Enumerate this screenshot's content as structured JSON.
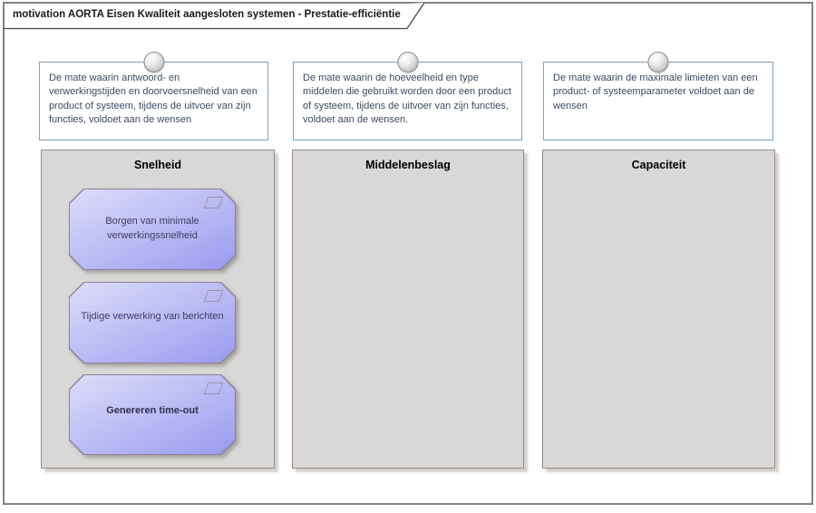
{
  "frame": {
    "title": "motivation AORTA Eisen Kwaliteit aangesloten systemen - Prestatie-efficiëntie"
  },
  "columns": [
    {
      "note": "De mate waarin antwoord- en verwerkingstijden en doorvoersnelheid van een product of systeem, tijdens de uitvoer van zijn functies, voldoet aan de wensen",
      "title": "Snelheid",
      "requirements": [
        {
          "label": "Borgen van minimale verwerkingssnelheid"
        },
        {
          "label": "Tijdige verwerking van berichten"
        },
        {
          "label": "Genereren time-out"
        }
      ]
    },
    {
      "note": "De mate waarin de hoeveelheid en type middelen die gebruikt worden door een product of systeem, tijdens de uitvoer van zijn functies, voldoet aan de wensen.",
      "title": "Middelenbeslag",
      "requirements": []
    },
    {
      "note": "De mate waarin de maximale limieten van een product- of systeemparameter voldoet aan de wensen",
      "title": "Capaciteit",
      "requirements": []
    }
  ],
  "icons": {
    "note_decoration": "sphere",
    "requirement_marker": "parallelogram"
  },
  "colors": {
    "frame_border": "#848484",
    "note_border": "#7f9fba",
    "note_text": "#3b4b63",
    "group_fill": "#d9d8d6",
    "group_border": "#9c8b85",
    "requirement_gradient_top": "#dcdcfa",
    "requirement_gradient_bottom": "#9a9af0",
    "requirement_border": "#8d8199",
    "requirement_text": "#3e3e60"
  }
}
